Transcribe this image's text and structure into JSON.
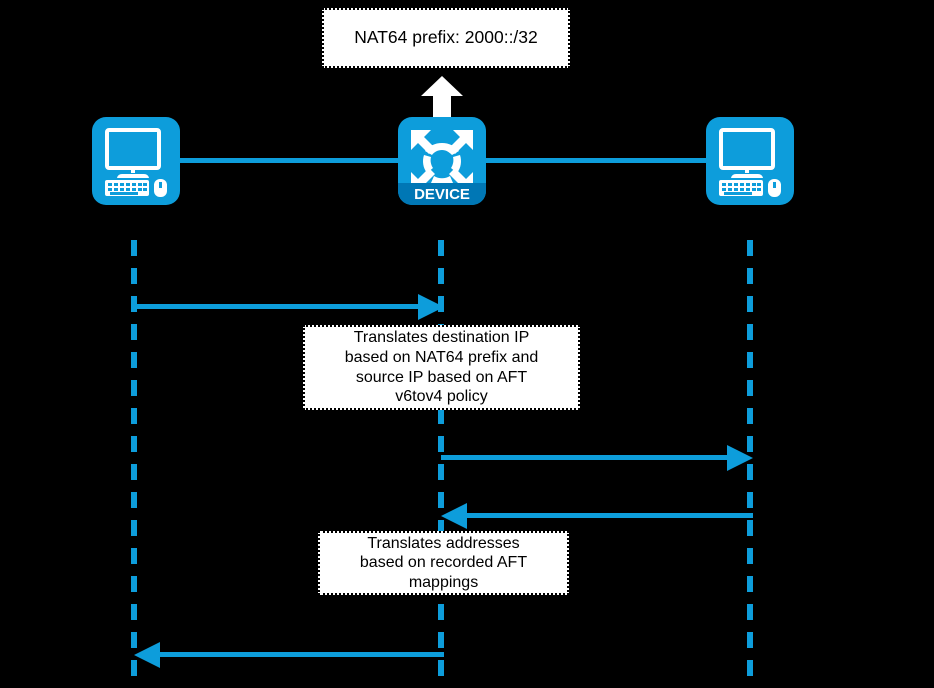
{
  "diagram": {
    "title": "NAT64 / AFT translation sequence diagram",
    "background_color": "#000000",
    "accent_color": "#0d9ddb",
    "device_band_color": "#0077b5",
    "note_fill_color": "#ffffff",
    "note_border_color": "#000000"
  },
  "prefix_callout": {
    "text": "NAT64 prefix: 2000::/32"
  },
  "nodes": [
    {
      "id": "left-host",
      "icon": "workstation-icon",
      "label": ""
    },
    {
      "id": "device",
      "icon": "network-device-icon",
      "label": "DEVICE"
    },
    {
      "id": "right-host",
      "icon": "workstation-icon",
      "label": ""
    }
  ],
  "notes": [
    {
      "id": "note-1",
      "text": "Translates destination IP\nbased on NAT64 prefix and\nsource IP based on AFT\nv6tov4 policy"
    },
    {
      "id": "note-2",
      "text": "Translates addresses\nbased on recorded AFT\nmappings"
    }
  ],
  "messages": [
    {
      "id": "msg-1",
      "from": "left-host",
      "to": "device",
      "direction": "right",
      "label": ""
    },
    {
      "id": "msg-2",
      "from": "device",
      "to": "right-host",
      "direction": "right",
      "label": ""
    },
    {
      "id": "msg-3",
      "from": "right-host",
      "to": "device",
      "direction": "left",
      "label": ""
    },
    {
      "id": "msg-4",
      "from": "device",
      "to": "left-host",
      "direction": "left",
      "label": ""
    }
  ]
}
